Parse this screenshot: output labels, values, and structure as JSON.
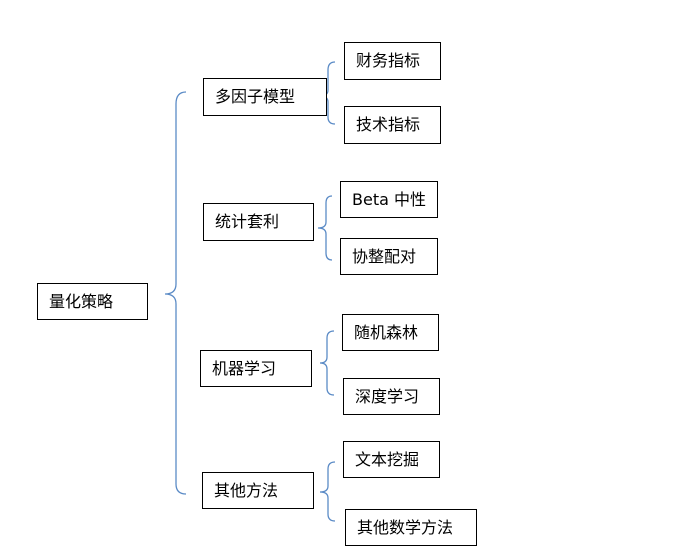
{
  "colors": {
    "brace": "#5b8bc6",
    "box_border": "#000000",
    "text": "#000000",
    "background": "#ffffff"
  },
  "root": {
    "label": "量化策略"
  },
  "groups": [
    {
      "label": "多因子模型",
      "children": [
        "财务指标",
        "技术指标"
      ]
    },
    {
      "label": "统计套利",
      "children": [
        "Beta 中性",
        "协整配对"
      ]
    },
    {
      "label": "机器学习",
      "children": [
        "随机森林",
        "深度学习"
      ]
    },
    {
      "label": "其他方法",
      "children": [
        "文本挖掘",
        "其他数学方法"
      ]
    }
  ]
}
